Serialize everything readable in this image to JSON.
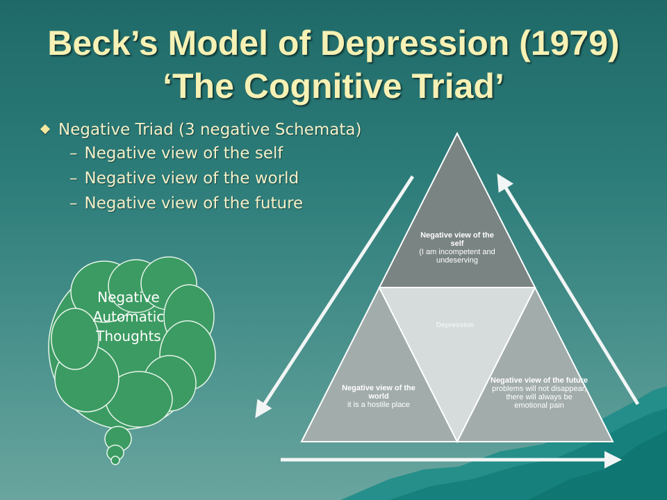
{
  "title": {
    "line1": "Beck’s Model of Depression (1979)",
    "line2": "‘The Cognitive Triad’"
  },
  "bullets": {
    "main": "Negative Triad (3 negative Schemata)",
    "sub": [
      "Negative view of the self",
      "Negative view of the world",
      "Negative view of the future"
    ]
  },
  "triangle": {
    "self": {
      "heading": "Negative view of the self",
      "body": "(I am incompetent and undeserving"
    },
    "world": {
      "heading": "Negative view of the world",
      "body": "it is a hostile place"
    },
    "future": {
      "heading": "Negative view of the future",
      "body": "problems will not disappear, there will always be emotional pain"
    },
    "center": "Depression"
  },
  "cloud": {
    "label": "Negative Automatic Thoughts"
  },
  "colors": {
    "title": "#f6f1b4",
    "top_triangle": "#7a8483",
    "side_triangle": "#a2acab",
    "center_triangle": "#d5dcdb",
    "cloud": "#3c9b62"
  }
}
